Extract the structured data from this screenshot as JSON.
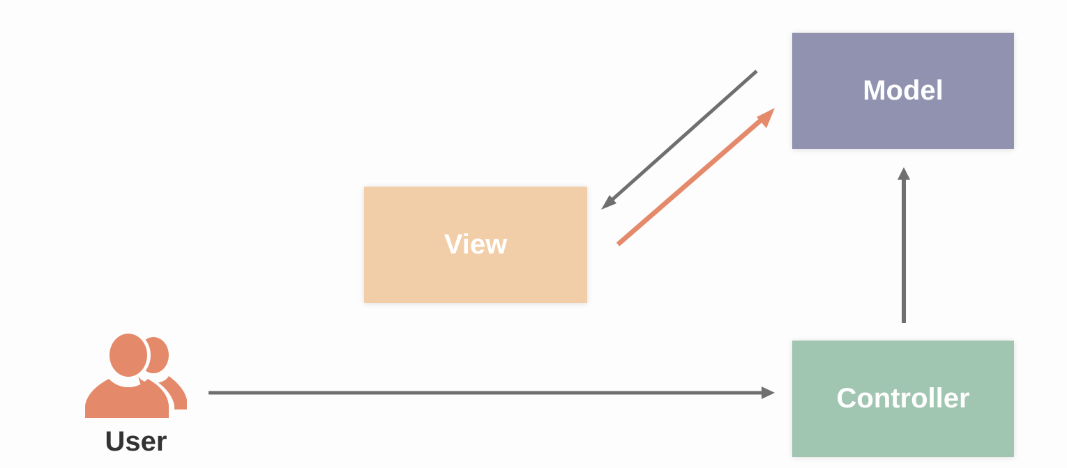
{
  "nodes": {
    "model": {
      "label": "Model",
      "color": "#9092b0"
    },
    "view": {
      "label": "View",
      "color": "#f1cea7"
    },
    "controller": {
      "label": "Controller",
      "color": "#a0c5b0"
    },
    "user": {
      "label": "User",
      "icon": "users-icon",
      "color": "#e48a6b"
    }
  },
  "edges": [
    {
      "from": "model",
      "to": "view",
      "color": "#6f6f6f"
    },
    {
      "from": "view",
      "to": "model",
      "color": "#e48a6b"
    },
    {
      "from": "controller",
      "to": "model",
      "color": "#6f6f6f"
    },
    {
      "from": "user",
      "to": "controller",
      "color": "#6f6f6f"
    }
  ]
}
